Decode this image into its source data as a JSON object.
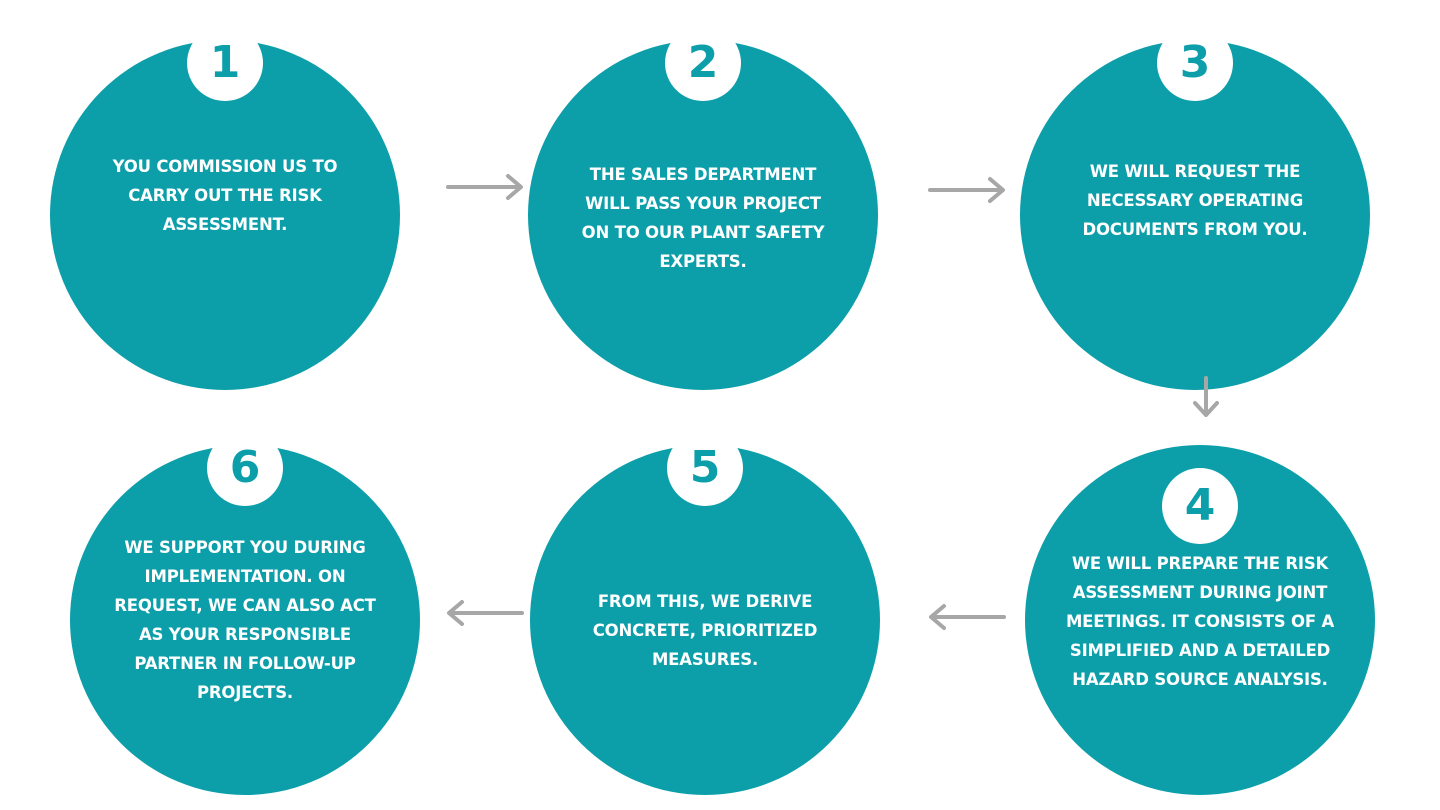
{
  "colors": {
    "circle": "#0c9faa",
    "badge": "#ffffff",
    "arrow": "#a7a7a7",
    "text": "#ffffff"
  },
  "steps": [
    {
      "number": "1",
      "text": "YOU COMMISSION US TO CARRY OUT THE RISK ASSESSMENT."
    },
    {
      "number": "2",
      "text": "THE SALES DEPARTMENT WILL PASS YOUR PROJECT ON TO OUR PLANT SAFETY EXPERTS."
    },
    {
      "number": "3",
      "text": "WE WILL REQUEST THE NECESSARY OPERATING DOCUMENTS FROM YOU."
    },
    {
      "number": "4",
      "text": "WE WILL PREPARE THE RISK ASSESSMENT DURING JOINT MEETINGS. IT CONSISTS OF A SIMPLIFIED AND A DETAILED HAZARD SOURCE ANALYSIS."
    },
    {
      "number": "5",
      "text": "FROM THIS, WE DERIVE CONCRETE, PRIORITIZED MEASURES."
    },
    {
      "number": "6",
      "text": "WE SUPPORT YOU DURING IMPLEMENTATION. ON REQUEST, WE CAN ALSO ACT AS YOUR RESPONSIBLE PARTNER IN FOLLOW-UP PROJECTS."
    }
  ],
  "arrows": [
    {
      "from": "1",
      "to": "2",
      "direction": "right"
    },
    {
      "from": "2",
      "to": "3",
      "direction": "right"
    },
    {
      "from": "3",
      "to": "4",
      "direction": "down"
    },
    {
      "from": "4",
      "to": "5",
      "direction": "left"
    },
    {
      "from": "5",
      "to": "6",
      "direction": "left"
    }
  ]
}
